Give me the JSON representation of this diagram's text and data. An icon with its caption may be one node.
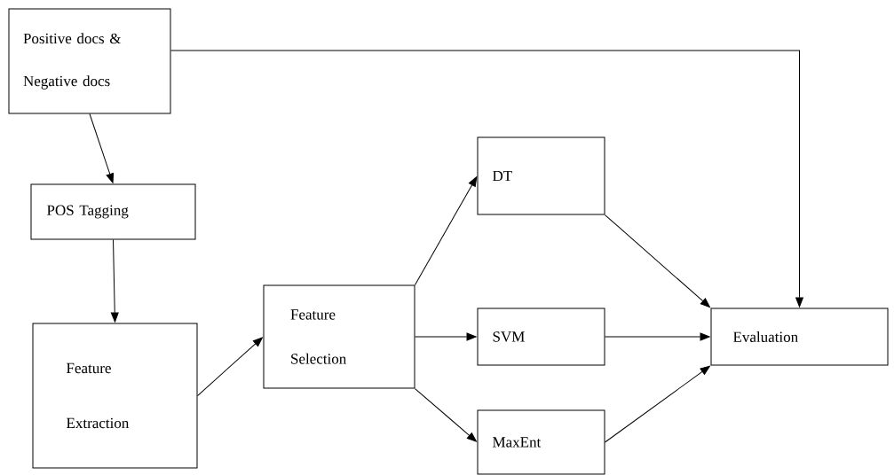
{
  "diagram": {
    "nodes": [
      {
        "text": [
          "Positive docs & Negative docs"
        ]
      },
      {
        "text": [
          "POS Tagging"
        ]
      },
      {
        "text": [
          "Feature Extraction"
        ]
      },
      {
        "text": [
          "Feature Selection"
        ]
      },
      {
        "text": [
          "DT"
        ]
      },
      {
        "text": [
          "SVM"
        ]
      },
      {
        "text": [
          "MaxEnt"
        ]
      },
      {
        "text": [
          "Evaluation"
        ]
      }
    ],
    "edges": [
      {
        "from": 0,
        "to": 1,
        "arrow": "to"
      },
      {
        "from": 1,
        "to": 2,
        "arrow": "to"
      },
      {
        "from": 2,
        "to": 3,
        "arrow": "to"
      },
      {
        "from": 3,
        "to": 4,
        "arrow": "to"
      },
      {
        "from": 3,
        "to": 5,
        "arrow": "to"
      },
      {
        "from": 3,
        "to": 6,
        "arrow": "to"
      },
      {
        "from": 4,
        "to": 7,
        "arrow": "to"
      },
      {
        "from": 5,
        "to": 7,
        "arrow": "to"
      },
      {
        "from": 6,
        "to": 7,
        "arrow": "to"
      },
      {
        "from": 0,
        "to": 7,
        "arrow": "to"
      }
    ]
  }
}
